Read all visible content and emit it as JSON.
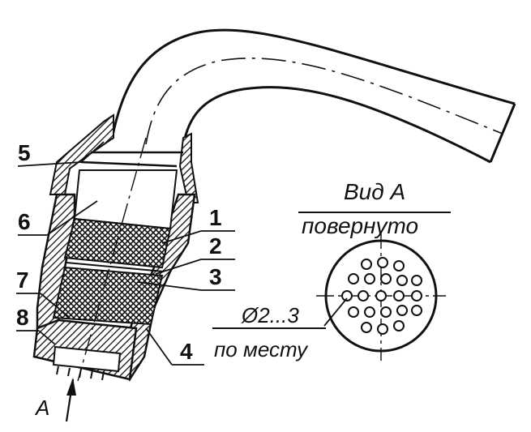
{
  "callouts": [
    "5",
    "6",
    "1",
    "2",
    "3",
    "7",
    "8",
    "4"
  ],
  "view_title": "Вид А",
  "view_subtitle": "повернуто",
  "hole_dimension": "Ø2...3",
  "hole_note": "по месту",
  "arrow_label": "А",
  "colors": {
    "ink": "#111111",
    "background": "#ffffff"
  }
}
